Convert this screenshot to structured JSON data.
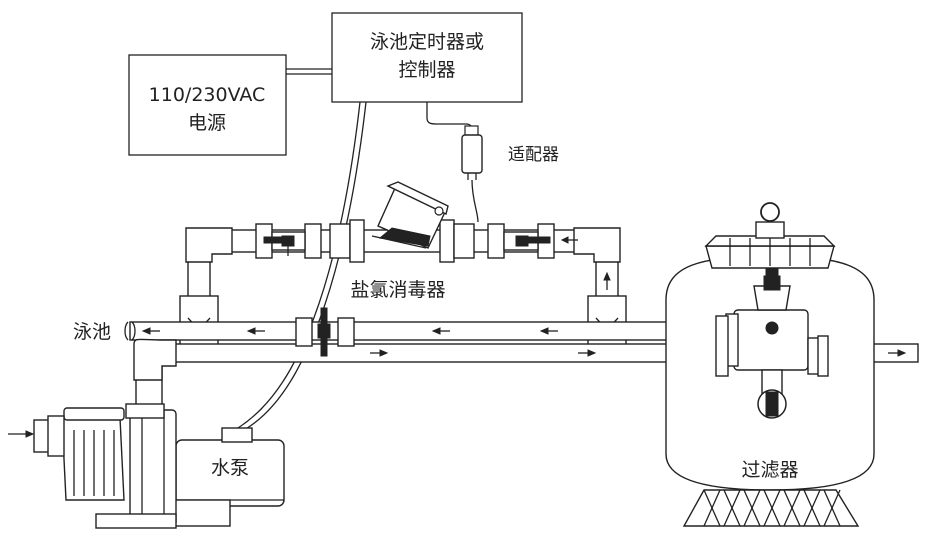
{
  "labels": {
    "controller_line1": "泳池定时器或",
    "controller_line2": "控制器",
    "power_line1": "110/230VAC",
    "power_line2": "电源",
    "adapter": "适配器",
    "chlorinator": "盐氯消毒器",
    "pool": "泳池",
    "pump": "水泵",
    "filter": "过滤器"
  },
  "icons": {
    "flow_arrow": "arrow-icon",
    "valve": "ball-valve-icon"
  },
  "colors": {
    "line": "#222222",
    "background": "#ffffff"
  }
}
